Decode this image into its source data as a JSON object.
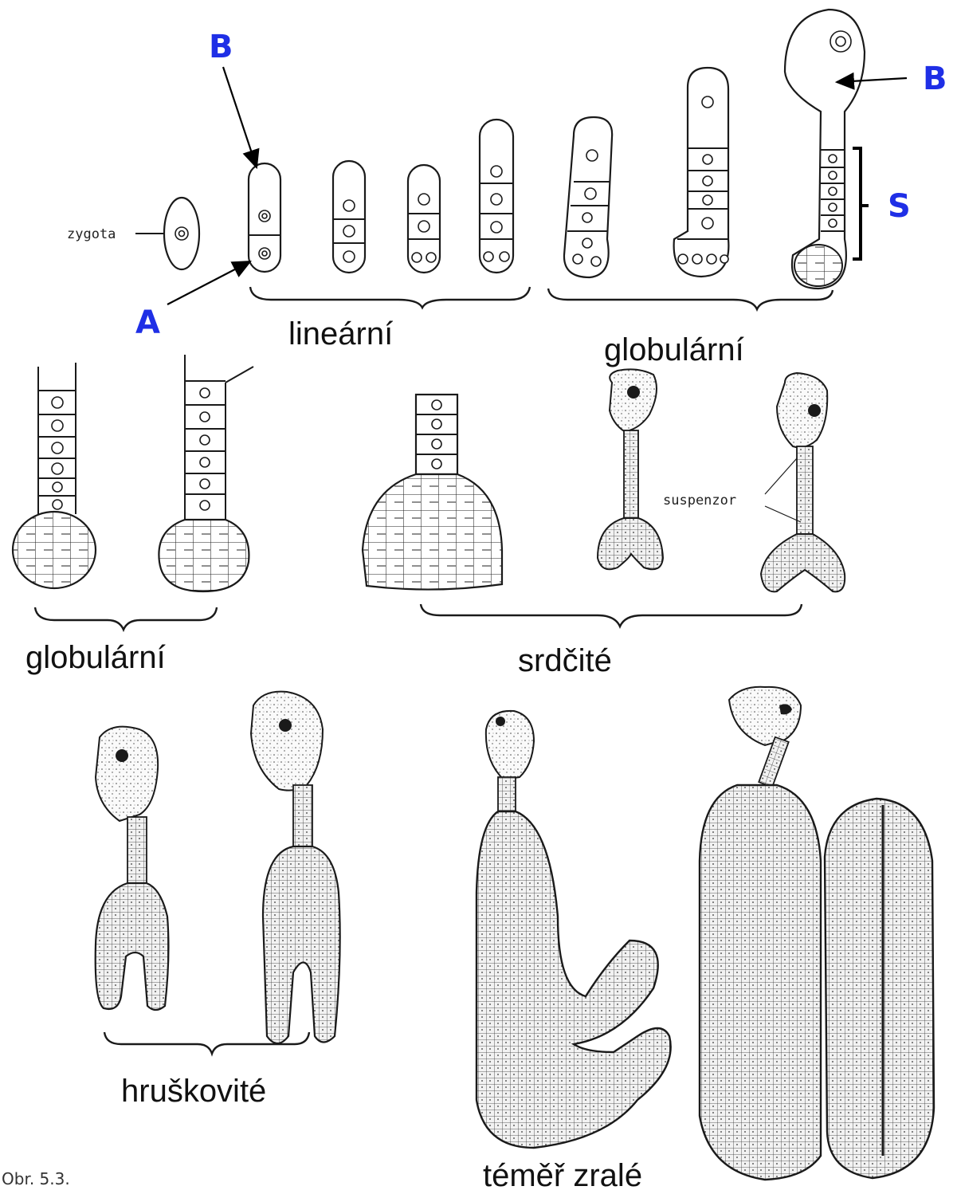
{
  "labels": {
    "zygota": "zygota",
    "marker_b_left": "B",
    "marker_a": "A",
    "marker_b_right": "B",
    "marker_s": "S",
    "linearni": "lineární",
    "globularni_top": "globulární",
    "globularni_mid": "globulární",
    "srdcite": "srdčité",
    "suspenzor": "suspenzor",
    "hruskovite": "hruškovité",
    "temer_zrale": "téměř zralé",
    "caption": "Obr. 5.3."
  },
  "colors": {
    "marker": "#1f2fe6",
    "ink": "#1a1a1a",
    "background": "#ffffff"
  }
}
